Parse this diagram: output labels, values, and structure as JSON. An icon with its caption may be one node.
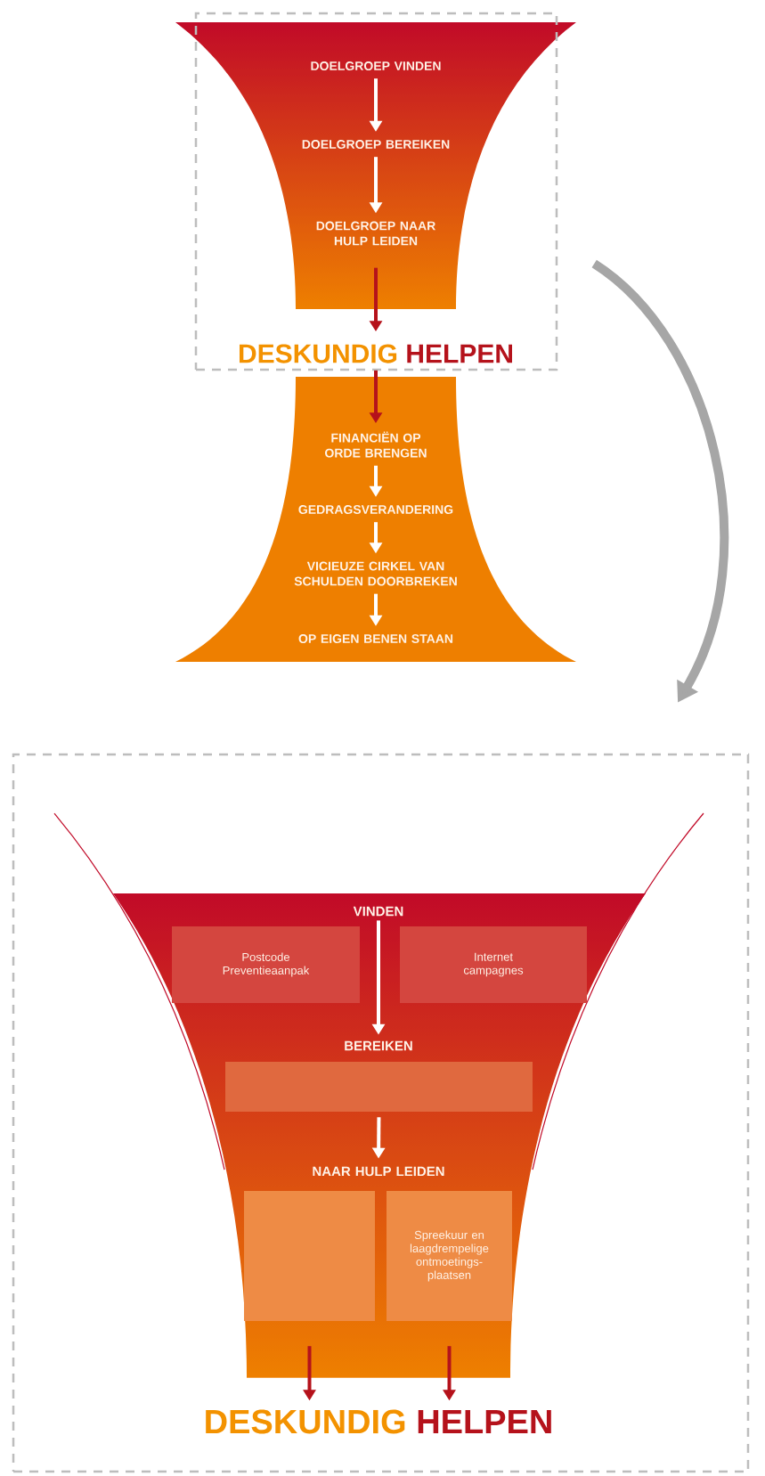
{
  "diagram": {
    "nodes": [
      {
        "text": [],
        "shape": "box"
      },
      {
        "text": [
          "DOELGROEP VINDEN"
        ],
        "in": 0
      },
      {
        "text": [
          "DOELGROEP BEREIKEN"
        ],
        "in": 0
      },
      {
        "text": [
          "DOELGROEP NAAR HULP LEIDEN"
        ],
        "in": 0
      },
      {
        "text": [
          "DESKUNDIG",
          "HELPEN"
        ],
        "in": 0
      },
      {
        "text": [
          "FINANCIËN OP ORDE BRENGEN"
        ]
      },
      {
        "text": [
          "GEDRAGSVERANDERING"
        ]
      },
      {
        "text": [
          "VICIEUZE CIRKEL VAN SCHULDEN DOORBREKEN"
        ]
      },
      {
        "text": [
          "OP EIGEN BENEN STAAN"
        ]
      },
      {
        "text": [],
        "shape": "box"
      },
      {
        "text": [
          "VINDEN"
        ],
        "in": 9
      },
      {
        "text": [
          "Postcode Preventieaanpak"
        ],
        "in": 9
      },
      {
        "text": [
          "Internet campagnes"
        ],
        "in": 9
      },
      {
        "text": [
          "BEREIKEN"
        ],
        "in": 9
      },
      {
        "text": [],
        "shape": "box",
        "in": 9
      },
      {
        "text": [
          "NAAR HULP LEIDEN"
        ],
        "in": 9
      },
      {
        "text": [],
        "shape": "box",
        "in": 9
      },
      {
        "text": [
          "Spreekuur en laagdrempelige ontmoetings-plaatsen"
        ],
        "in": 9
      },
      {
        "text": [
          "DESKUNDIG",
          "HELPEN"
        ],
        "in": 9
      }
    ],
    "edges": [
      {
        "from": 1,
        "to": 2,
        "arrow": "to"
      },
      {
        "from": 2,
        "to": 3,
        "arrow": "to"
      },
      {
        "from": 3,
        "to": 4,
        "arrow": "to",
        "color": "#b5121b"
      },
      {
        "from": 4,
        "to": 5,
        "arrow": "to",
        "color": "#b5121b"
      },
      {
        "from": 5,
        "to": 6,
        "arrow": "to"
      },
      {
        "from": 6,
        "to": 7,
        "arrow": "to"
      },
      {
        "from": 7,
        "to": 8,
        "arrow": "to"
      },
      {
        "from": 0,
        "to": 9,
        "arrow": "to",
        "style": "thick",
        "color": "#a6a6a6"
      },
      {
        "from": 10,
        "to": 13,
        "arrow": "to"
      },
      {
        "from": 14,
        "to": 15,
        "arrow": "to"
      },
      {
        "from": 16,
        "to": 18,
        "arrow": "to",
        "color": "#b5121b"
      },
      {
        "from": 17,
        "to": 18,
        "arrow": "to",
        "color": "#b5121b"
      }
    ]
  }
}
